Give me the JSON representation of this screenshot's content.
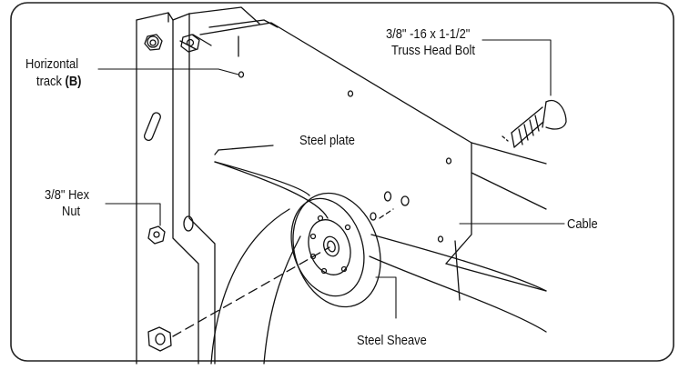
{
  "labels": {
    "bolt_line1": "3/8\" -16 x 1-1/2\"",
    "bolt_line2": "Truss Head Bolt",
    "track_line1": "Horizontal",
    "track_line2": "track ",
    "track_letter": "(B)",
    "plate": "Steel plate",
    "nut_line1": "3/8\" Hex",
    "nut_line2": "Nut",
    "cable": "Cable",
    "sheave": "Steel Sheave"
  },
  "colors": {
    "line": "#111111",
    "frame": "#222222",
    "background": "#ffffff"
  }
}
